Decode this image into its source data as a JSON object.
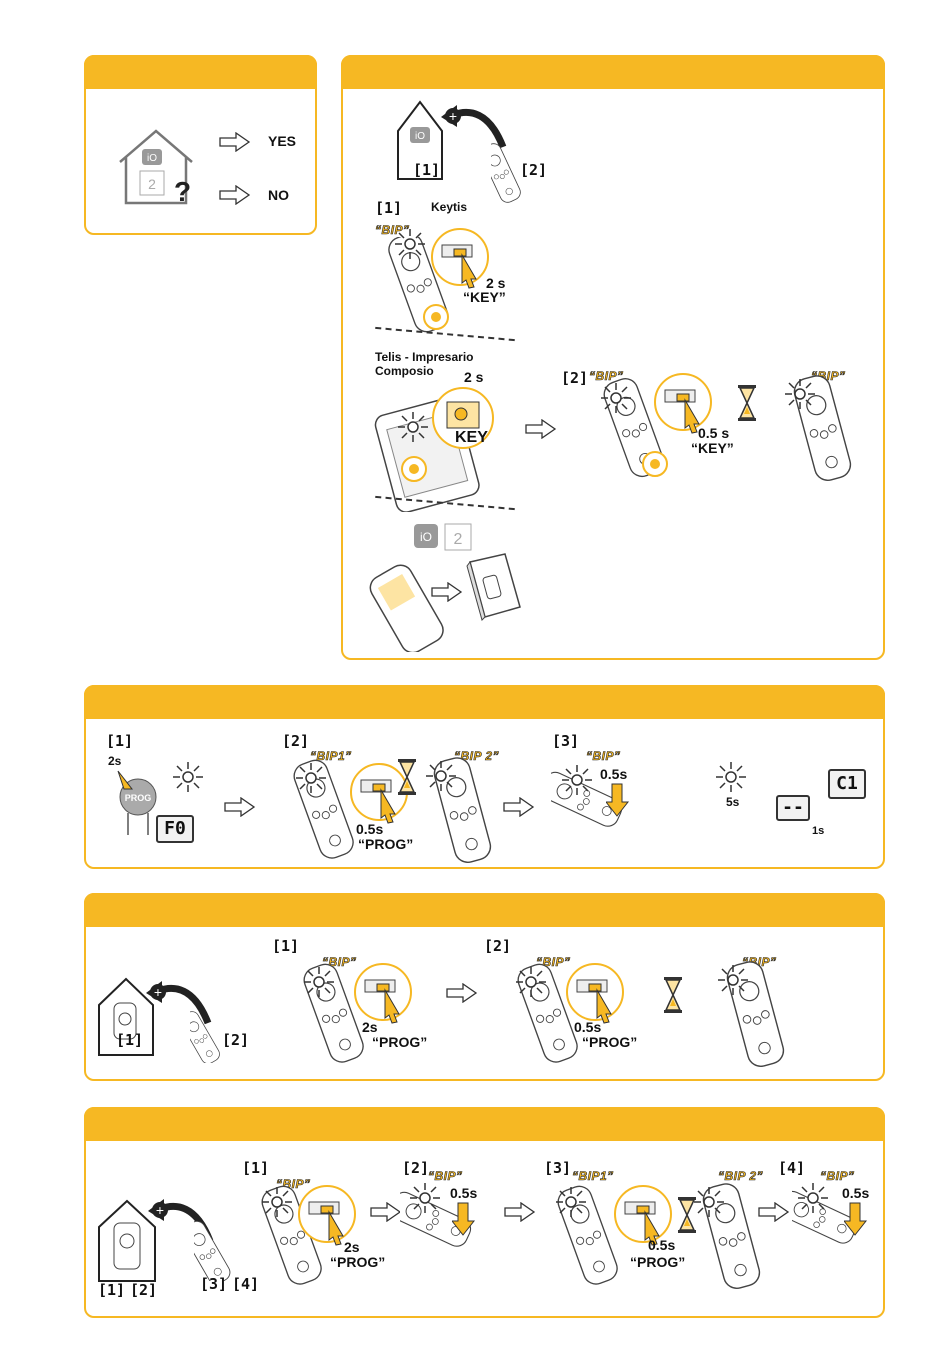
{
  "check": {
    "yes": "YES",
    "no": "NO"
  },
  "labels": {
    "s1": "[1]",
    "s2": "[2]",
    "s3": "[3]",
    "s4": "[4]",
    "keytis": "Keytis",
    "telis_line1": "Telis - Impresario",
    "telis_line2": "Composio"
  },
  "sounds": {
    "bip": "“BIP”",
    "bip1": "“BIP1”",
    "bip2": "“BIP 2”"
  },
  "times": {
    "t2s_spaced": "2 s",
    "t05s_spaced": "0.5 s",
    "t2s": "2s",
    "t05s": "0.5s",
    "t5s": "5s",
    "t1s": "1s"
  },
  "keys": {
    "key_quoted": "“KEY”",
    "key_plain": "KEY",
    "prog_quoted": "“PROG”",
    "prog_plain": "PROG"
  },
  "display": {
    "f0": "F0",
    "dash": "--",
    "c1": "C1"
  },
  "icons": [
    "io-logo-icon",
    "twoway-remote-icon",
    "house-icon",
    "add-arrow-icon",
    "remote-control-icon",
    "hourglass-icon",
    "flash-icon",
    "next-arrow-icon",
    "prog-button-icon",
    "lcd-display-icon",
    "booklet-icon"
  ],
  "colors": {
    "accent": "#f6b823",
    "line": "#333333"
  }
}
